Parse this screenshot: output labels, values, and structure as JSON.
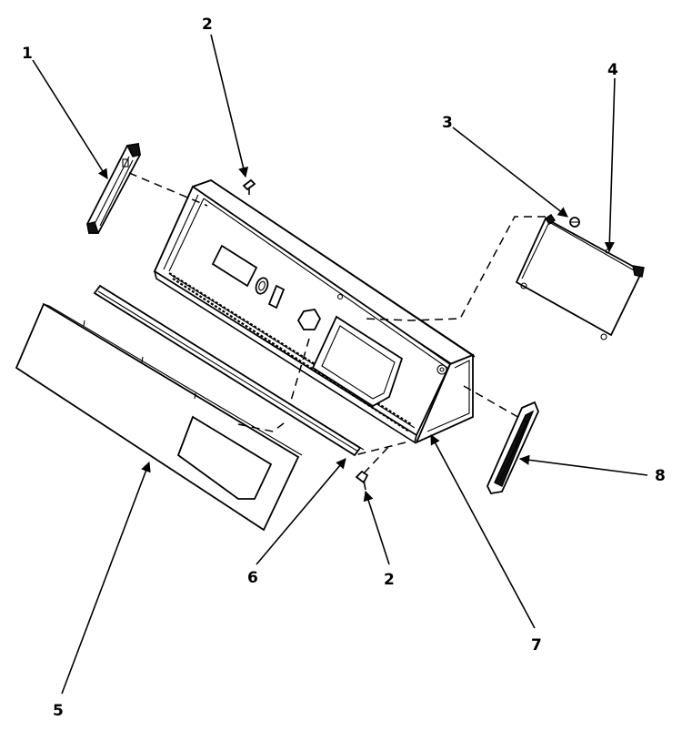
{
  "callouts": [
    {
      "id": "c1",
      "label": "1"
    },
    {
      "id": "c2a",
      "label": "2"
    },
    {
      "id": "c3",
      "label": "3"
    },
    {
      "id": "c4",
      "label": "4"
    },
    {
      "id": "c5",
      "label": "5"
    },
    {
      "id": "c6",
      "label": "6"
    },
    {
      "id": "c2b",
      "label": "2"
    },
    {
      "id": "c7",
      "label": "7"
    },
    {
      "id": "c8",
      "label": "8"
    }
  ]
}
